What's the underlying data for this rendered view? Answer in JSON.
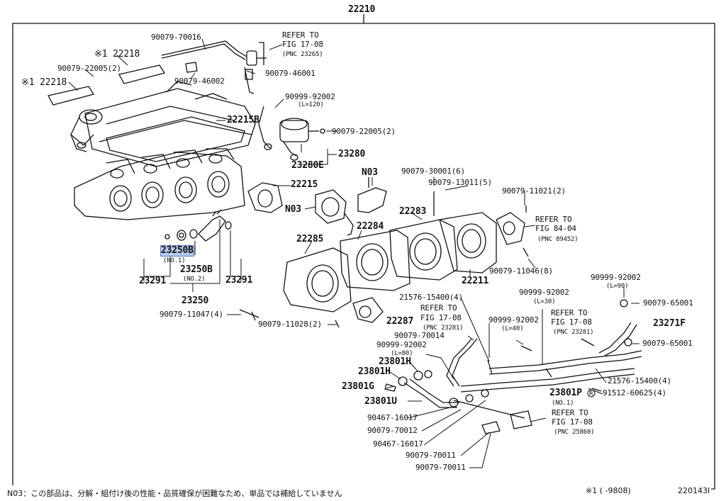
{
  "diagram": {
    "assembly_number": "22210",
    "highlighted_part": "23250B",
    "callouts": {
      "p90079_70016": "90079-70016",
      "refer1_a": "REFER TO",
      "refer1_b": "FIG 17-08",
      "refer1_c": "(PNC 23265)",
      "p22218_top": "※1 22218",
      "p90079_22005_2a": "90079-22005(2)",
      "p90079_46002": "90079-46002",
      "p90079_46001": "90079-46001",
      "p22218_left": "※1 22218",
      "p90999_92002_a": "90999-92002",
      "l120": "(L=120)",
      "p90079_22005_2b": "90079-22005(2)",
      "p22215B": "22215B",
      "p23280": "23280",
      "p23280E": "23280E",
      "pN03_a": "N03",
      "p90079_30001": "90079-30001(6)",
      "p90079_13011": "90079-13011(5)",
      "p22215": "22215",
      "p90079_11021": "90079-11021(2)",
      "pN03_b": "N03",
      "p22283": "22283",
      "refer2_a": "REFER TO",
      "refer2_b": "FIG 84-04",
      "refer2_c": "(PNC 89452)",
      "p22284": "22284",
      "p22285": "22285",
      "p23250B_1": "23250B",
      "no1_a": "(NO.1)",
      "p23250B_2": "23250B",
      "no2": "(NO.2)",
      "p23291_a": "23291",
      "p23291_b": "23291",
      "p23250": "23250",
      "p22211": "22211",
      "p90079_11046": "90079-11046(8)",
      "p90999_92002_b": "90999-92002",
      "l90": "(L=90)",
      "p90079_65001_a": "90079-65001",
      "p21576_15400_a": "21576-15400(4)",
      "refer3_a": "REFER TO",
      "refer3_b": "FIG 17-08",
      "refer3_c": "(PNC 23281)",
      "p90999_92002_c": "90999-92002",
      "l30": "(L=30)",
      "refer4_a": "REFER TO",
      "refer4_b": "FIG 17-08",
      "refer4_c": "(PNC 23281)",
      "p23271F": "23271F",
      "p90079_11047": "90079-11047(4)",
      "p22287": "22287",
      "p90999_92002_d": "90999-92002",
      "l40": "(L=40)",
      "p90079_11028": "90079-11028(2)",
      "p90079_70014": "90079-70014",
      "p90079_65001_b": "90079-65001",
      "p90999_92002_e": "90999-92002",
      "l80": "(L=80)",
      "p23801H_a": "23801H",
      "p23801H_b": "23801H",
      "p21576_15400_b": "21576-15400(4)",
      "p23801G": "23801G",
      "p23801P": "23801P",
      "no1_b": "(NO.1)",
      "p91512": "91512-60625(4)",
      "p23801U": "23801U",
      "refer5_a": "REFER TO",
      "refer5_b": "FIG 17-08",
      "p90467_16017_a": "90467-16017",
      "refer5_c": "(PNC 25860)",
      "p90079_70012": "90079-70012",
      "p90467_16017_b": "90467-16017",
      "p90079_70011_a": "90079-70011",
      "p90079_70011_b": "90079-70011"
    }
  },
  "footer": {
    "note": "N03：この部品は、分解・組付け後の性能・品質確保が困難なため、単品では補給していません",
    "date_note": "※1 (    -9808)",
    "figure_code": "220143I"
  }
}
